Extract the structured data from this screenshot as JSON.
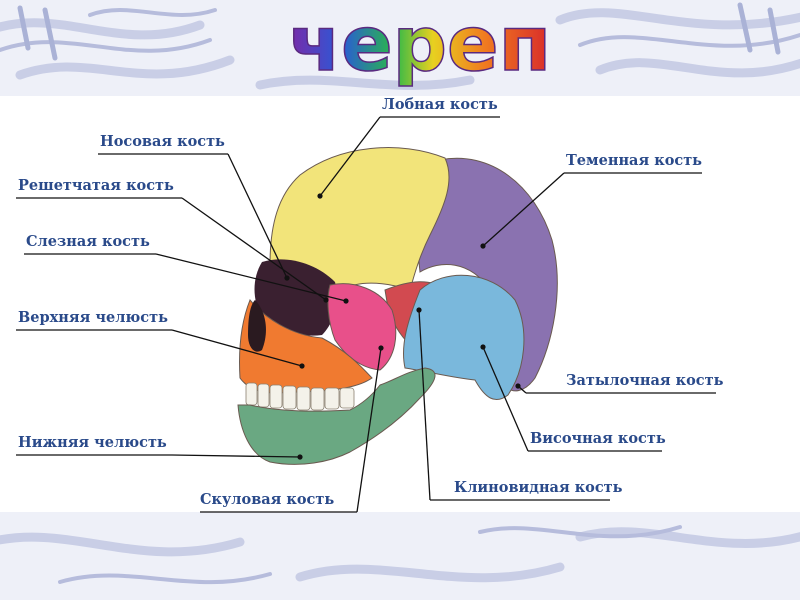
{
  "title": "череп",
  "labels": {
    "frontal": "Лобная кость",
    "nasal": "Носовая кость",
    "parietal": "Теменная кость",
    "ethmoid": "Решетчатая кость",
    "lacrimal": "Слезная кость",
    "maxilla": "Верхняя челюсть",
    "occipital": "Затылочная кость",
    "temporal": "Височная кость",
    "mandible": "Нижняя челюсть",
    "sphenoid": "Клиновидная кость",
    "zygomatic": "Скуловая кость"
  },
  "colors": {
    "frontal": "#f2e47a",
    "parietal": "#8a72b0",
    "temporal": "#7ab8dc",
    "sphenoid": "#d24a50",
    "zygomatic": "#e8508a",
    "maxilla": "#f07a30",
    "mandible": "#6aa882",
    "label_text": "#2a4a8a",
    "leader_line": "#111111"
  }
}
